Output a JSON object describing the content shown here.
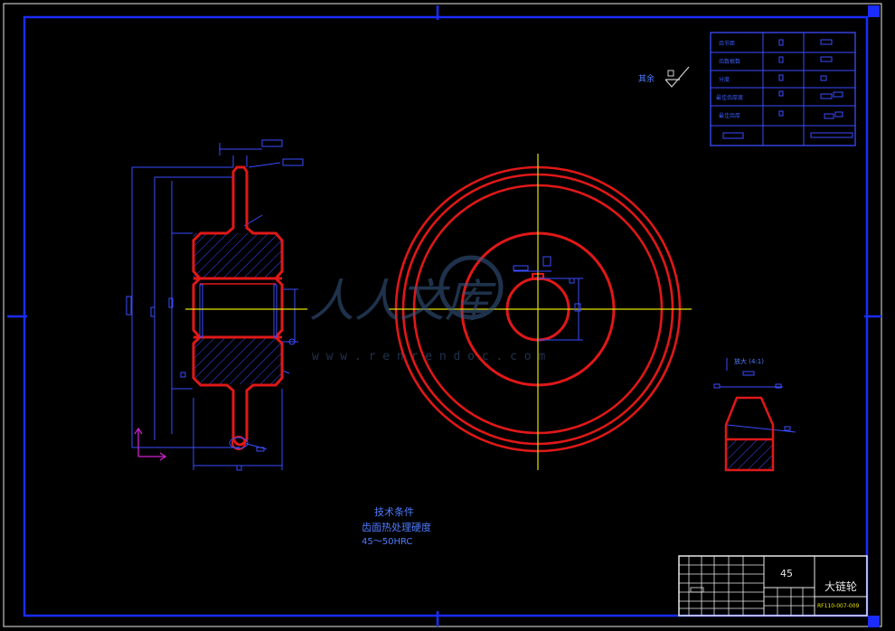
{
  "roughness": {
    "label": "其余"
  },
  "table_top_right": {
    "rows": [
      "齿节距",
      "齿数根数",
      "分度",
      "最佳齿厚度",
      "最佳齿厚"
    ]
  },
  "detail_view": {
    "label": "放大 (4:1)"
  },
  "tech_notes": {
    "title": "技术条件",
    "line1": "齿面热处理硬度",
    "line2": "45～50HRC"
  },
  "title_block": {
    "material": "45",
    "part_name": "大链轮",
    "drawing_no": "RF110-007-009"
  },
  "watermark": {
    "text": "人人文库",
    "url": "w w w . r e n r e n d o c . c o m"
  },
  "colors": {
    "frame": "#1a2cff",
    "part": "#e01818",
    "dim": "#3a4cff",
    "center": "#e6e200",
    "tech_text": "#5a7cff",
    "arrow": "#d020d0"
  }
}
